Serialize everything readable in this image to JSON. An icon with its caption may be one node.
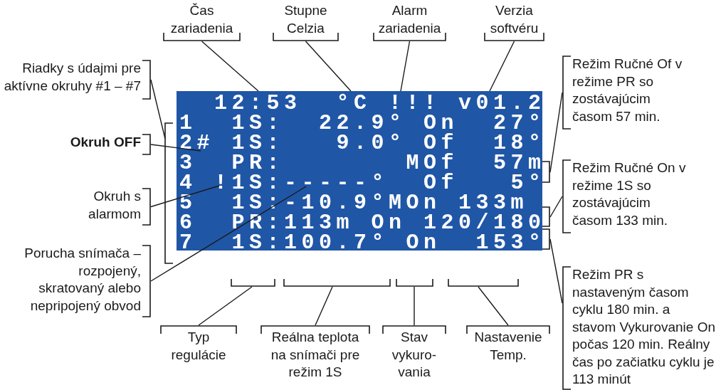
{
  "diagram": {
    "nodes": [
      {
        "text": [
          "  12:53  °C !!! v01.2",
          "1  1S:  22.9° On  27°",
          "2# 1S:   9.0° Of  18°",
          "3  PR:       MOf  57m",
          "4 !1S:-----°  Of   5°",
          "5  1S:-10.9°MOn 133m",
          "6  PR:113m On 120/180",
          "7  1S:100.7° On  153°"
        ]
      },
      {
        "text": [
          "Čas zariadenia"
        ]
      },
      {
        "text": [
          "Stupne Celzia"
        ]
      },
      {
        "text": [
          "Alarm zariadenia"
        ]
      },
      {
        "text": [
          "Verzia softvéru"
        ]
      },
      {
        "text": [
          "Riadky s údajmi pre aktívne okruhy #1 – #7"
        ]
      },
      {
        "text": [
          "Okruh OFF"
        ]
      },
      {
        "text": [
          "Okruh s alarmom"
        ]
      },
      {
        "text": [
          "Porucha snímača – rozpojený, skratovaný alebo nepripojený obvod"
        ]
      },
      {
        "text": [
          "Typ regulácie"
        ]
      },
      {
        "text": [
          "Reálna teplota na snímači pre režim 1S"
        ]
      },
      {
        "text": [
          "Stav vykuro-vania"
        ]
      },
      {
        "text": [
          "Nastavenie Temp."
        ]
      },
      {
        "text": [
          "Režim Ručné Of v režime PR so zostávajúcim časom 57 min."
        ]
      },
      {
        "text": [
          "Režim Ručné On v režime 1S so zostávajúcim časom 133 min."
        ]
      },
      {
        "text": [
          "Režim PR s nastaveným časom cyklu 180 min. a stavom Vykurovanie On počas 120 min. Reálny čas po začiatku cyklu je 113 minút"
        ]
      }
    ],
    "edges": [
      {
        "from": 1,
        "to": 0,
        "arrow": "none"
      },
      {
        "from": 2,
        "to": 0,
        "arrow": "none"
      },
      {
        "from": 3,
        "to": 0,
        "arrow": "none"
      },
      {
        "from": 4,
        "to": 0,
        "arrow": "none"
      },
      {
        "from": 5,
        "to": null,
        "arrow": "none"
      },
      {
        "from": 6,
        "to": 0,
        "arrow": "none"
      },
      {
        "from": 7,
        "to": 0,
        "arrow": "none"
      },
      {
        "from": 8,
        "to": 0,
        "arrow": "none"
      },
      {
        "from": 9,
        "to": null,
        "arrow": "none"
      },
      {
        "from": 10,
        "to": null,
        "arrow": "none"
      },
      {
        "from": 11,
        "to": null,
        "arrow": "none"
      },
      {
        "from": 12,
        "to": null,
        "arrow": "none"
      },
      {
        "from": 13,
        "to": 0,
        "arrow": "none"
      },
      {
        "from": 14,
        "to": 0,
        "arrow": "none"
      },
      {
        "from": 15,
        "to": 0,
        "arrow": "none"
      }
    ]
  }
}
